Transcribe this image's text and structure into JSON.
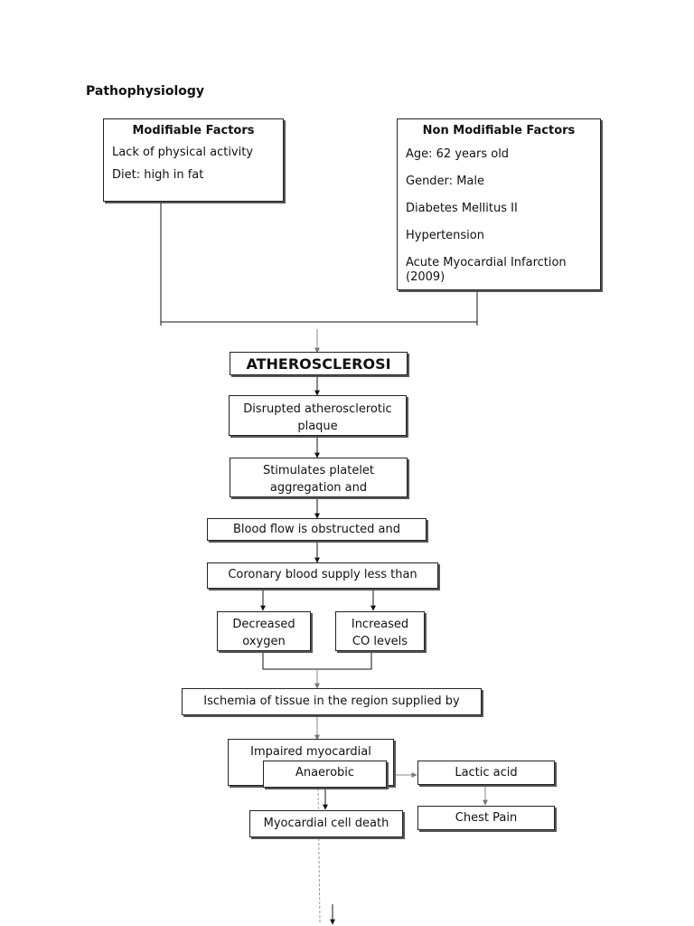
{
  "title": "Pathophysiology",
  "modifiable": {
    "heading": "Modifiable Factors",
    "items": [
      "Lack of physical activity",
      "Diet: high in fat"
    ]
  },
  "non_modifiable": {
    "heading": "Non Modifiable Factors",
    "items": [
      "Age: 62 years old",
      "Gender: Male",
      "Diabetes Mellitus II",
      "Hypertension",
      "Acute Myocardial Infarction",
      "(2009)"
    ]
  },
  "nodes": {
    "atherosclerosis": "ATHEROSCLEROSI",
    "disrupted_plaque": [
      "Disrupted atherosclerotic",
      "plaque"
    ],
    "platelet": [
      "Stimulates platelet",
      "aggregation and"
    ],
    "blood_flow": "Blood flow is obstructed and",
    "coronary_supply": "Coronary blood supply less than",
    "decreased_oxygen": [
      "Decreased",
      "oxygen"
    ],
    "increased_co": [
      "Increased",
      "CO levels"
    ],
    "ischemia": "Ischemia of tissue in the region supplied by",
    "impaired": "Impaired myocardial",
    "anaerobic": "Anaerobic",
    "lactic_acid": "Lactic acid",
    "chest_pain": "Chest Pain",
    "cell_death": "Myocardial cell death"
  }
}
